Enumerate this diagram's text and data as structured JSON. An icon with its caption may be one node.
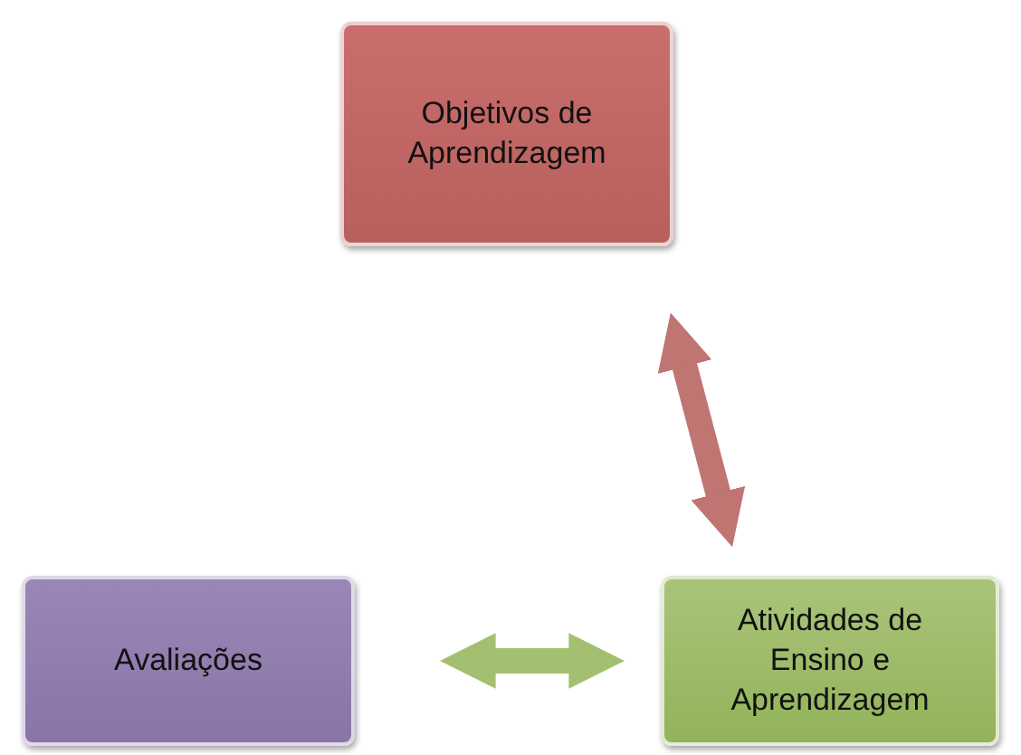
{
  "diagram": {
    "nodes": [
      {
        "text": [
          "Objetivos de Aprendizagem"
        ]
      },
      {
        "text": [
          "Avaliações"
        ]
      },
      {
        "text": [
          "Atividades de Ensino e Aprendizagem"
        ]
      }
    ],
    "edges": [
      {
        "from": 0,
        "to": 2,
        "arrow": "both",
        "color": "#c07573"
      },
      {
        "from": 1,
        "to": 2,
        "arrow": "both",
        "color": "#a3c070"
      }
    ]
  }
}
